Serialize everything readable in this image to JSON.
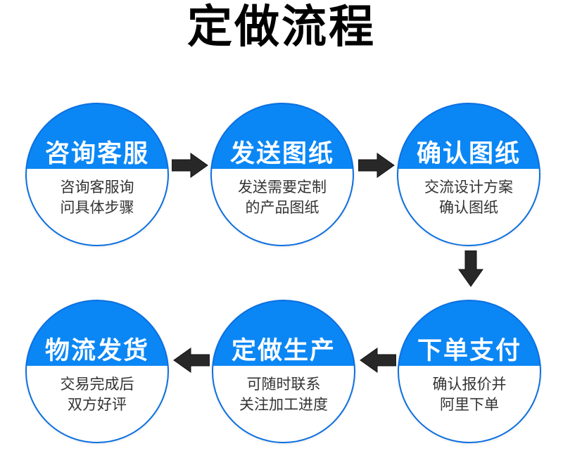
{
  "title": "定做流程",
  "colors": {
    "background": "#ffffff",
    "title_text": "#000000",
    "circle_fill": "#0b87f5",
    "circle_ring": "#0b6fe0",
    "headline_text": "#ffffff",
    "desc_text": "#333333",
    "arrow": "#282828"
  },
  "steps": [
    {
      "order": 1,
      "headline": "咨询客服",
      "desc_line1": "咨询客服询",
      "desc_line2": "问具体步骤"
    },
    {
      "order": 2,
      "headline": "发送图纸",
      "desc_line1": "发送需要定制",
      "desc_line2": "的产品图纸"
    },
    {
      "order": 3,
      "headline": "确认图纸",
      "desc_line1": "交流设计方案",
      "desc_line2": "确认图纸"
    },
    {
      "order": 4,
      "headline": "下单支付",
      "desc_line1": "确认报价并",
      "desc_line2": "阿里下单"
    },
    {
      "order": 5,
      "headline": "定做生产",
      "desc_line1": "可随时联系",
      "desc_line2": "关注加工进度"
    },
    {
      "order": 6,
      "headline": "物流发货",
      "desc_line1": "交易完成后",
      "desc_line2": "双方好评"
    }
  ],
  "arrows": [
    {
      "name": "arrow-right-icon",
      "direction": "right",
      "from": "咨询客服",
      "to": "发送图纸"
    },
    {
      "name": "arrow-right-icon",
      "direction": "right",
      "from": "发送图纸",
      "to": "确认图纸"
    },
    {
      "name": "arrow-down-icon",
      "direction": "down",
      "from": "确认图纸",
      "to": "下单支付"
    },
    {
      "name": "arrow-left-icon",
      "direction": "left",
      "from": "下单支付",
      "to": "定做生产"
    },
    {
      "name": "arrow-left-icon",
      "direction": "left",
      "from": "定做生产",
      "to": "物流发货"
    }
  ]
}
